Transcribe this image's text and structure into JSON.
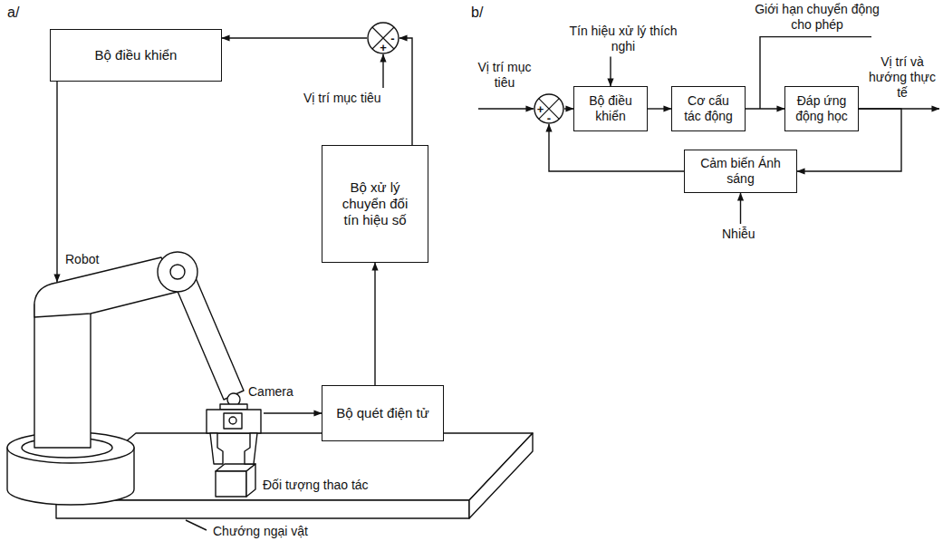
{
  "diagram": {
    "nodes": [
      {
        "text": [
          "Bộ điều khiển"
        ]
      },
      {
        "text": [
          "+",
          "-"
        ]
      },
      {
        "text": [
          "Bộ xử lý chuyển đổi tín hiệu số"
        ]
      },
      {
        "text": [
          "Bộ quét điện tử"
        ]
      },
      {
        "text": [
          "+",
          "-"
        ]
      },
      {
        "text": [
          "Bộ điều khiển"
        ]
      },
      {
        "text": [
          "Cơ cấu tác động"
        ]
      },
      {
        "text": [
          "Đáp ứng động học"
        ]
      },
      {
        "text": [
          "Cảm biến Ánh sáng"
        ]
      }
    ],
    "edges": [
      {
        "from": 1,
        "to": 0,
        "arrow": "to"
      },
      {
        "from": 2,
        "to": 1,
        "arrow": "to"
      },
      {
        "from": 3,
        "to": 2,
        "arrow": "to"
      },
      {
        "from": 4,
        "to": 5,
        "arrow": "to"
      },
      {
        "from": 5,
        "to": 6,
        "arrow": "to"
      },
      {
        "from": 6,
        "to": 7,
        "arrow": "to"
      },
      {
        "from": 7,
        "to": 8,
        "arrow": "to"
      },
      {
        "from": 8,
        "to": 4,
        "arrow": "to"
      }
    ],
    "labels": [
      "a/",
      "Vị trí mục tiêu",
      "Robot",
      "Camera",
      "Đối tượng thao tác",
      "Chướng ngại vật",
      "b/",
      "Vị trí mục tiêu",
      "Tín hiệu xử lý thích nghi",
      "Giới hạn chuyển động cho phép",
      "Vị trí và hướng thực tế",
      "Nhiễu"
    ]
  }
}
